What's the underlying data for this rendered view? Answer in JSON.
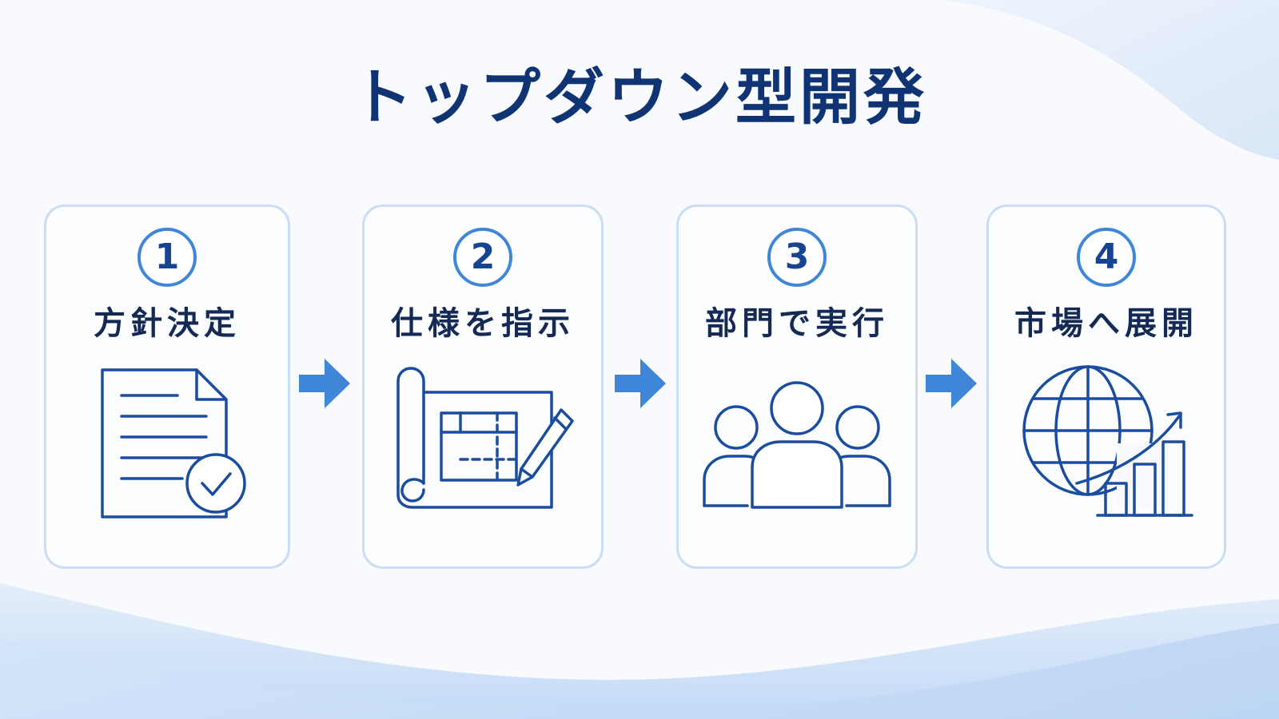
{
  "title": "トップダウン型開発",
  "steps": [
    {
      "number": "1",
      "label": "方針決定",
      "icon": "document-check-icon"
    },
    {
      "number": "2",
      "label": "仕様を指示",
      "icon": "blueprint-pencil-icon"
    },
    {
      "number": "3",
      "label": "部門で実行",
      "icon": "team-icon"
    },
    {
      "number": "4",
      "label": "市場へ展開",
      "icon": "globe-growth-chart-icon"
    }
  ],
  "colors": {
    "title": "#0f3373",
    "accent": "#3f86d9",
    "icon_stroke": "#1a4ca0",
    "card_border": "#c9ddf5",
    "arrow": "#3f86d9"
  }
}
